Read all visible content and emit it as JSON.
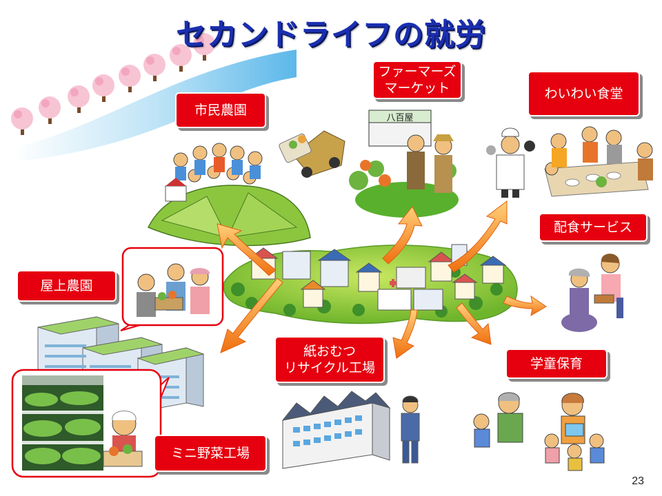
{
  "title": "セカンドライフの就労",
  "page_number": "23",
  "labels": {
    "shimin_noen": "市民農園",
    "farmers_market": "ファーマーズ\nマーケット",
    "waiwai_shokudo": "わいわい食堂",
    "haishoku_service": "配食サービス",
    "okujo_noen": "屋上農園",
    "kami_omutsu": "紙おむつ\nリサイクル工場",
    "gakudo_hoiku": "学童保育",
    "mini_yasai": "ミニ野菜工場"
  },
  "store_sign": "八百屋",
  "colors": {
    "title": "#1a2fb0",
    "label_bg": "#e6000f",
    "arrow": "#f58220",
    "river": "#7ec8ee",
    "callout_border": "#e6000f"
  }
}
